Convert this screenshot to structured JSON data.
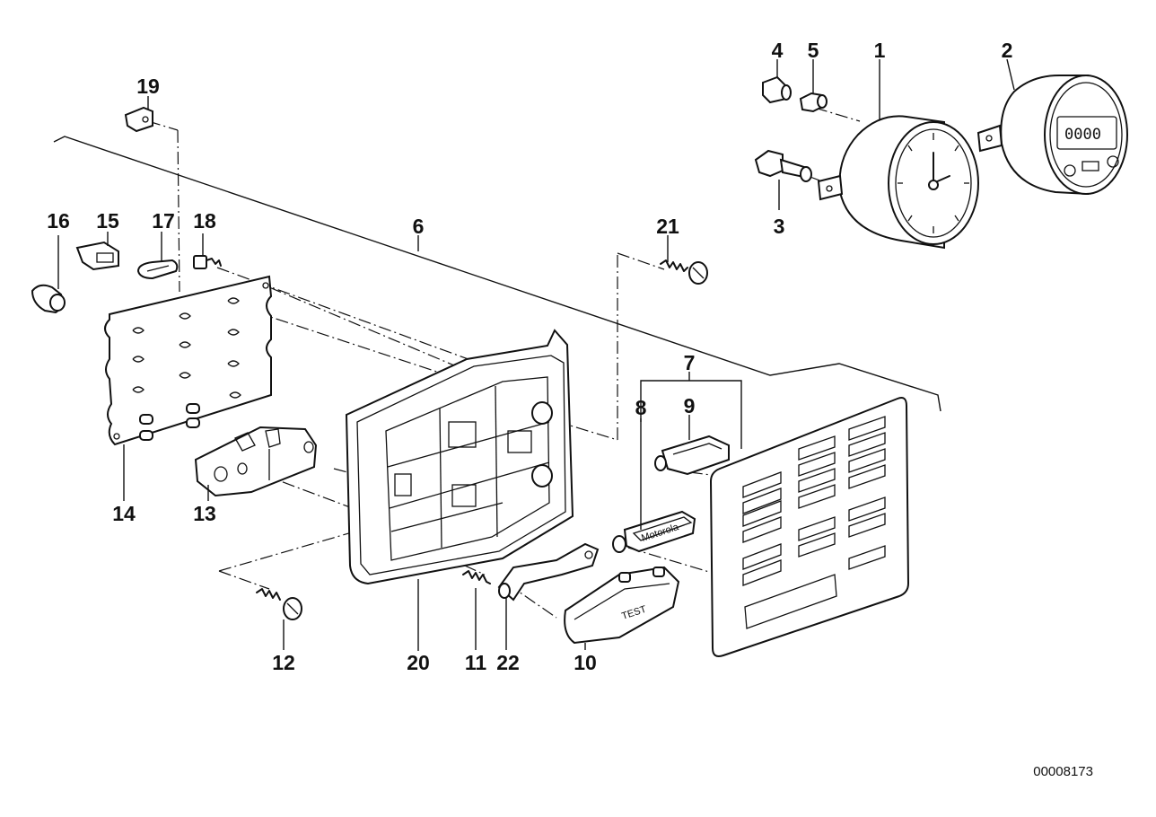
{
  "callouts": [
    "1",
    "2",
    "3",
    "4",
    "5",
    "6",
    "7",
    "8",
    "9",
    "10",
    "11",
    "12",
    "13",
    "14",
    "15",
    "16",
    "17",
    "18",
    "19",
    "20",
    "21",
    "22"
  ],
  "labels": {
    "motorola": "Motorola",
    "test": "TEST",
    "display": "0000"
  },
  "reference": "00008173",
  "colors": {
    "ink": "#111111",
    "paper": "#ffffff"
  }
}
